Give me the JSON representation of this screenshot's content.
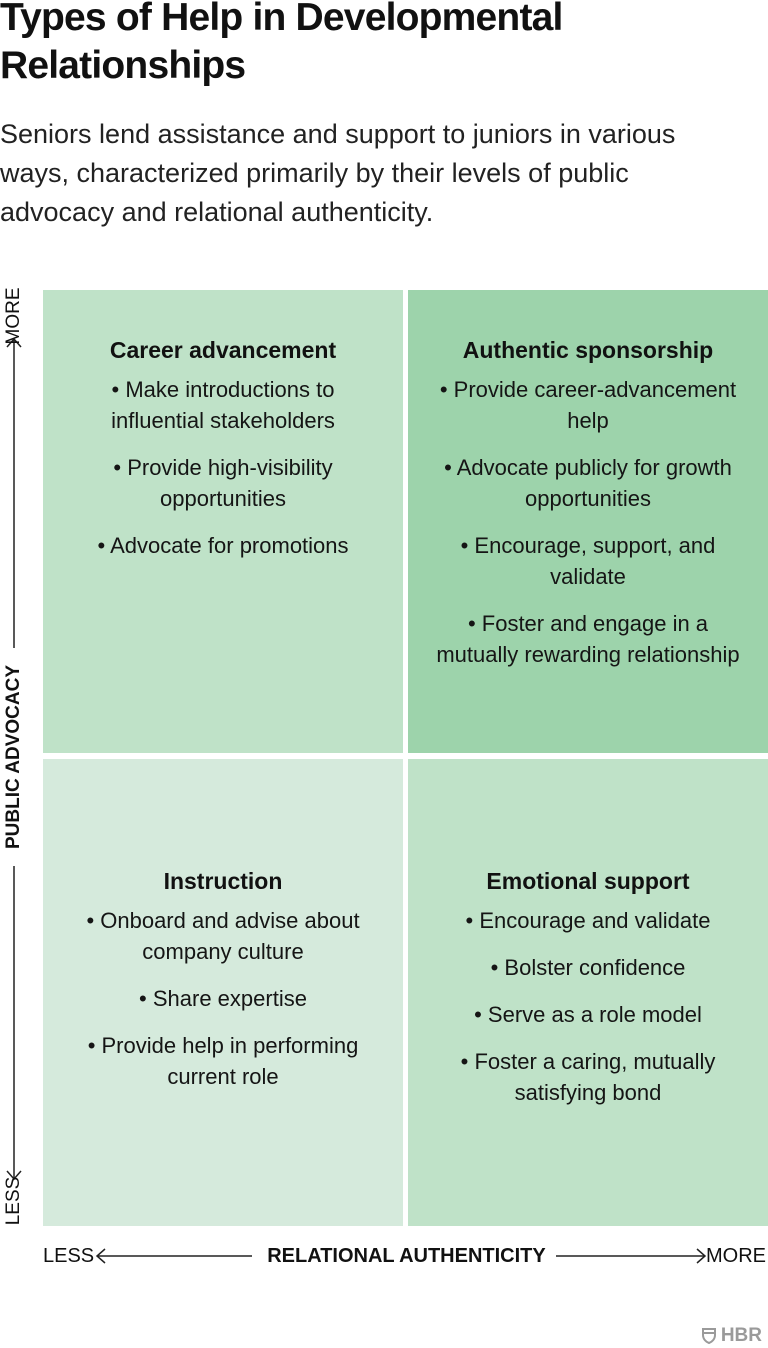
{
  "title": "Types of Help in Developmental Relationships",
  "subtitle": "Seniors lend assistance and support to juniors in various ways, characterized primarily by their levels of public advocacy and relational authenticity.",
  "y_axis": {
    "label": "PUBLIC ADVOCACY",
    "more": "MORE",
    "less": "LESS"
  },
  "x_axis": {
    "label": "RELATIONAL AUTHENTICITY",
    "less": "LESS",
    "more": "MORE"
  },
  "colors": {
    "top_left": "#bfe2c8",
    "top_right": "#9dd3ab",
    "bottom_left": "#d5eadc",
    "bottom_right": "#bfe2c8"
  },
  "quadrants": {
    "top_left": {
      "heading": "Career advancement",
      "items": [
        "• Make introductions to influential stakeholders",
        "• Provide high-visibility opportunities",
        "• Advocate for promotions"
      ]
    },
    "top_right": {
      "heading": "Authentic sponsorship",
      "items": [
        "• Provide career-advancement help",
        "• Advocate publicly for growth opportunities",
        "• Encourage, support, and validate",
        "• Foster and engage in a mutually rewarding relationship"
      ]
    },
    "bottom_left": {
      "heading": "Instruction",
      "items": [
        "• Onboard and advise about company culture",
        "• Share expertise",
        "• Provide help in performing current role"
      ]
    },
    "bottom_right": {
      "heading": "Emotional support",
      "items": [
        "• Encourage and validate",
        "• Bolster confidence",
        "• Serve as a role model",
        "• Foster a caring, mutually satisfying bond"
      ]
    }
  },
  "logo": {
    "text": "HBR",
    "icon": "shield-icon"
  }
}
